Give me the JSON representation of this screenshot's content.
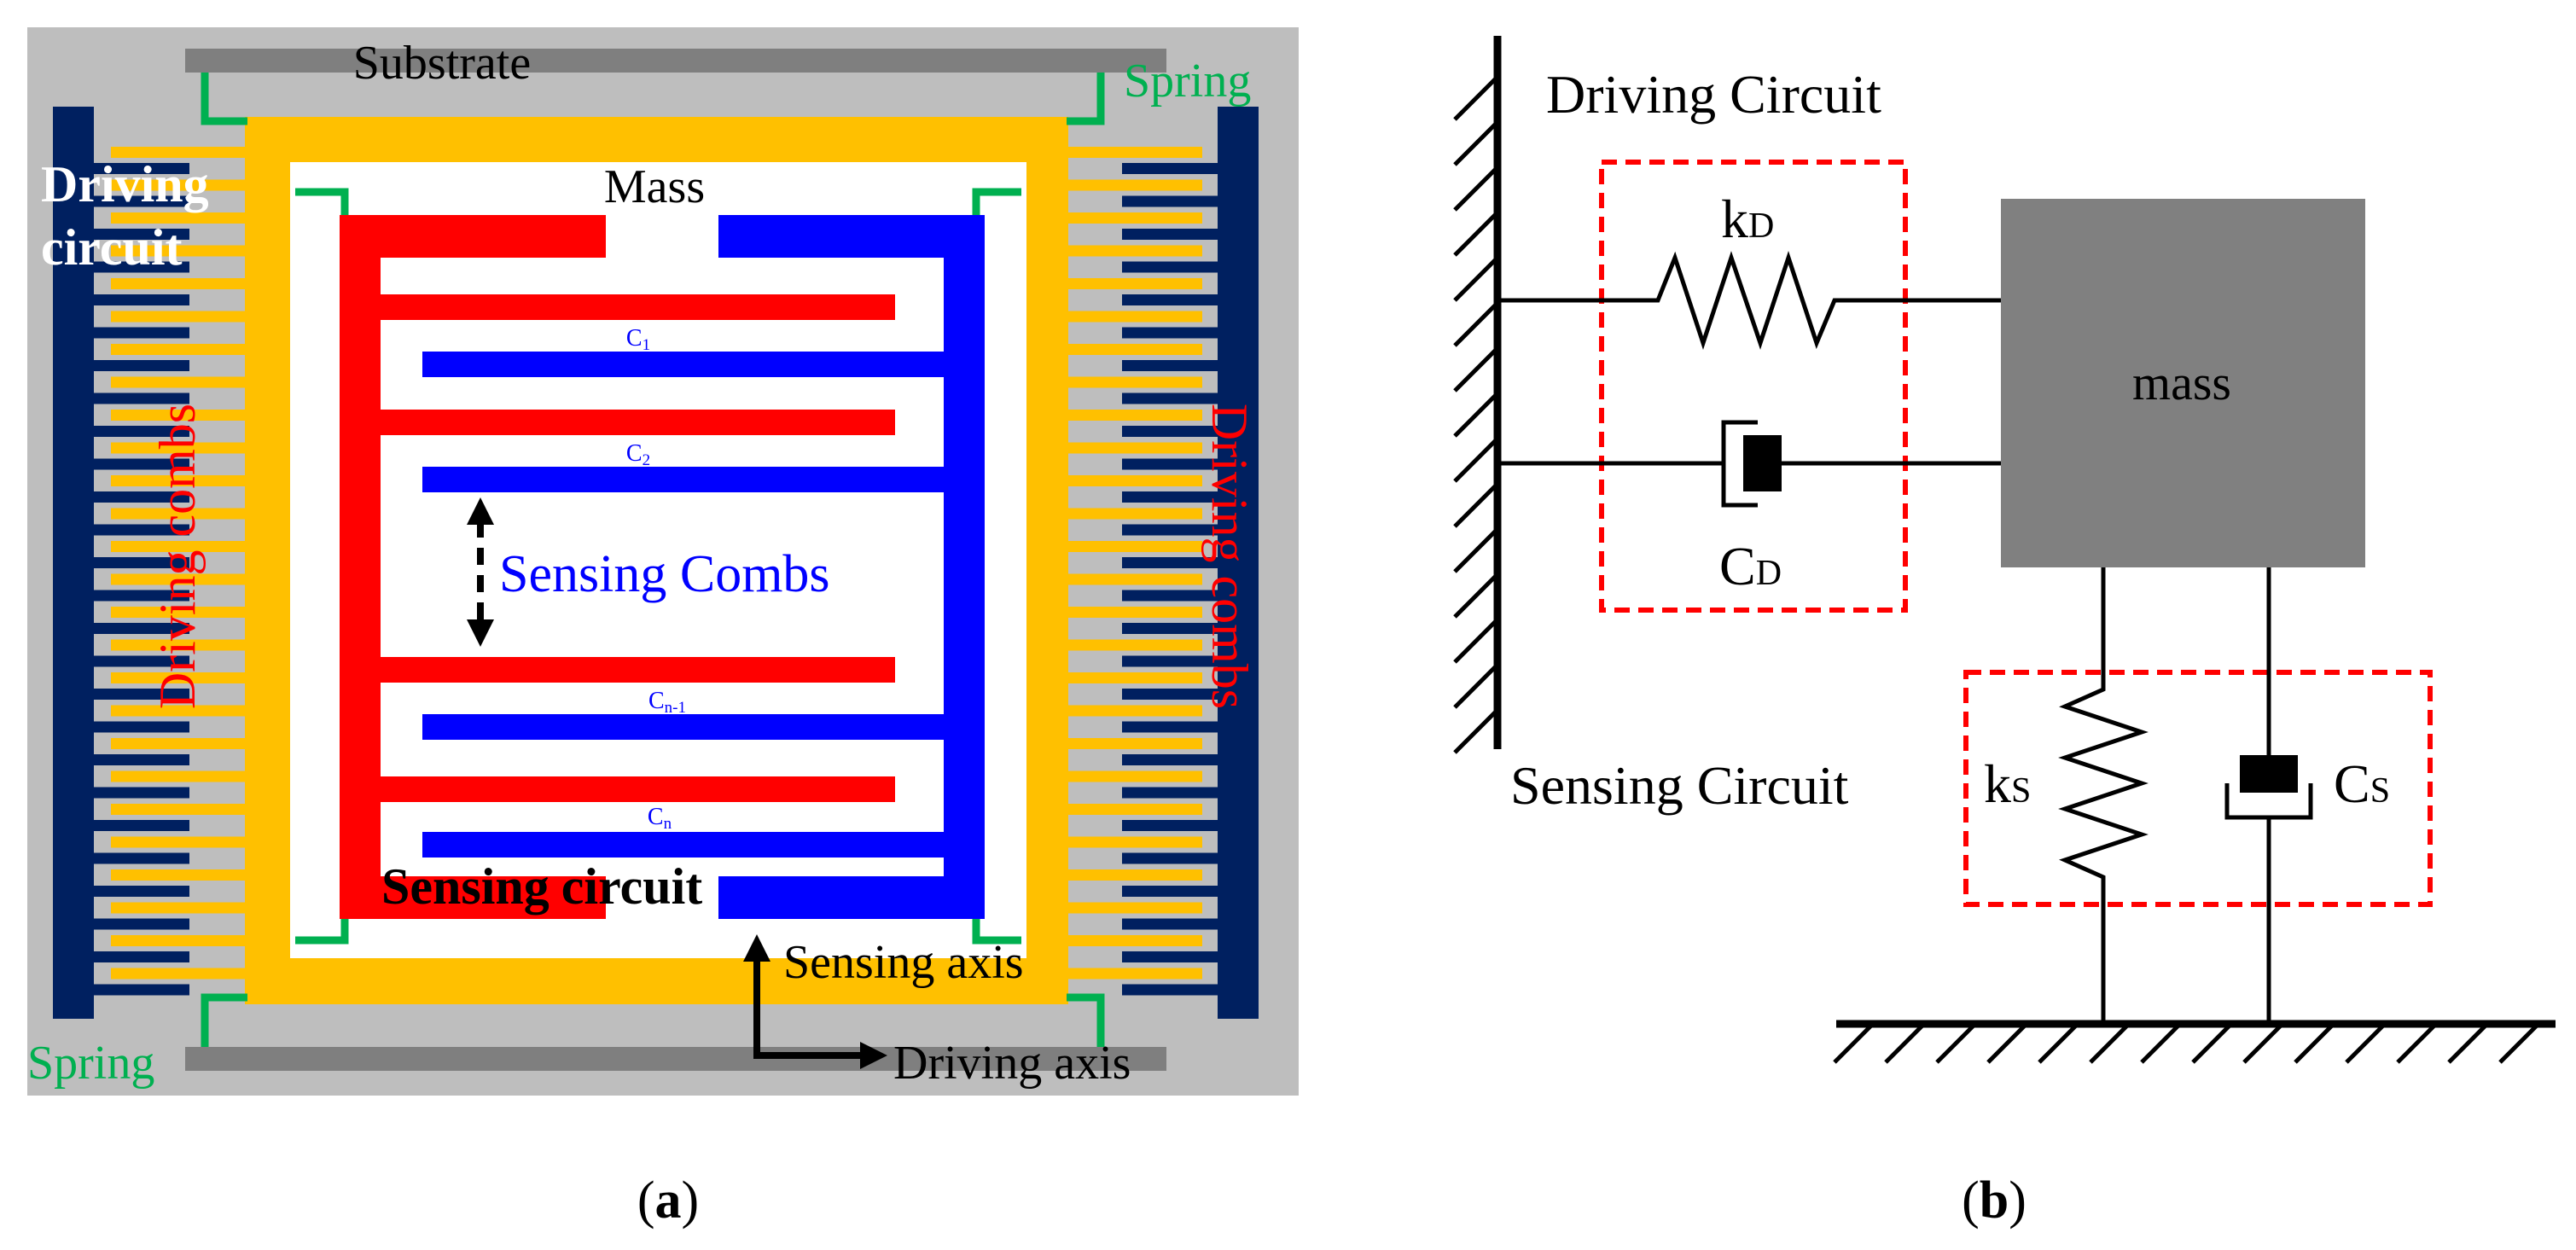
{
  "panel_a": {
    "substrate": "Substrate",
    "spring_top": "Spring",
    "spring_bottom": "Spring",
    "mass": "Mass",
    "driving_circuit_line1": "Driving",
    "driving_circuit_line2": "circuit",
    "driving_combs_left": "Driving combs",
    "driving_combs_right": "Driving combs",
    "c1": "C",
    "c1_sub": "1",
    "c2": "C",
    "c2_sub": "2",
    "cn1": "C",
    "cn1_sub": "n-1",
    "cn": "C",
    "cn_sub": "n",
    "sensing_combs": "Sensing Combs",
    "sensing_circuit_bold": "Sensing",
    "sensing_circuit_rest": "circuit",
    "sensing_axis": "Sensing axis",
    "driving_axis": "Driving axis",
    "caption_open": "(",
    "caption_letter": "a",
    "caption_close": ")"
  },
  "panel_b": {
    "driving_circuit": "Driving Circuit",
    "kd": "k",
    "kd_sub": "D",
    "cd": "C",
    "cd_sub": "D",
    "mass": "mass",
    "sensing_circuit": "Sensing Circuit",
    "ks": "k",
    "ks_sub": "S",
    "cs": "C",
    "cs_sub": "S",
    "caption_open": "(",
    "caption_letter": "b",
    "caption_close": ")"
  },
  "colors": {
    "frame_gray": "#bebebe",
    "substrate_gray": "#7f7f7f",
    "spring_green": "#00b050",
    "mass_yellow": "#ffc000",
    "navy": "#002060",
    "red": "#ff0000",
    "blue": "#0000ff",
    "mass_box_gray": "#808080",
    "dash_red": "#ff0000"
  }
}
